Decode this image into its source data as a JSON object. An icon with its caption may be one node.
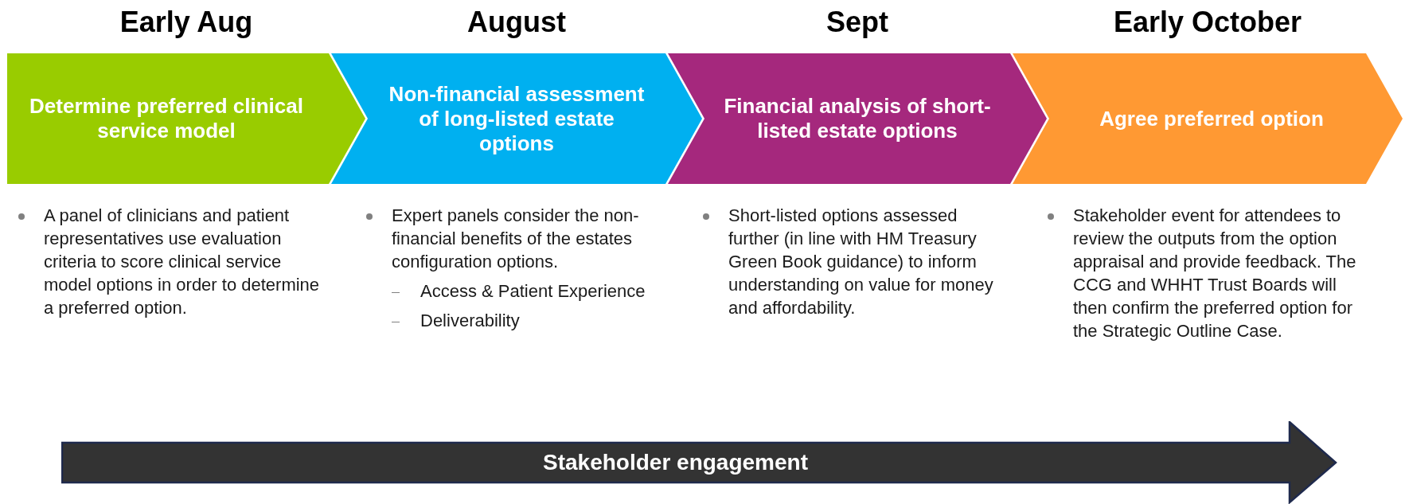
{
  "diagram": {
    "nodes": [
      {
        "text": [
          "Early Aug",
          "Determine preferred clinical service model"
        ],
        "beside": [
          "A panel of clinicians and patient representatives use evaluation criteria to score clinical service model options in order to determine a preferred option."
        ]
      },
      {
        "text": [
          "August",
          "Non-financial assessment of long-listed estate options"
        ],
        "beside": [
          "Expert panels consider the non-financial benefits of the estates configuration options.",
          "Access & Patient Experience",
          "Deliverability"
        ]
      },
      {
        "text": [
          "Sept",
          "Financial analysis of short-listed estate options"
        ],
        "beside": [
          "Short-listed options assessed further (in line with HM Treasury Green Book guidance) to inform understanding on value for money and affordability."
        ]
      },
      {
        "text": [
          "Early October",
          "Agree preferred option"
        ],
        "beside": [
          "Stakeholder event for attendees to review the outputs from the option appraisal and provide feedback. The CCG and WHHT Trust Boards will then confirm the preferred option for the Strategic Outline Case."
        ]
      },
      {
        "text": [
          "Stakeholder engagement"
        ]
      }
    ]
  }
}
